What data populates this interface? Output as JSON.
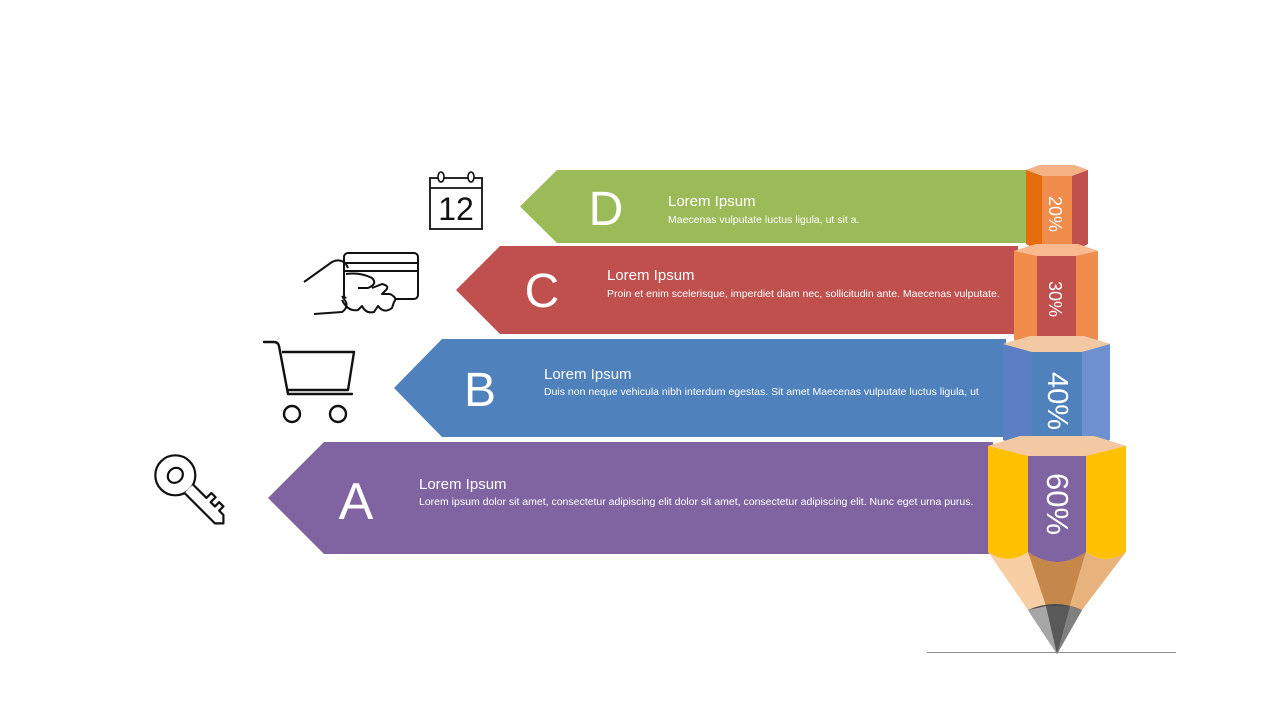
{
  "colors": {
    "a": "#8064A2",
    "b": "#4F81BD",
    "c": "#C0504D",
    "d": "#9BBB59",
    "orange": "#F79646",
    "yellow": "#FFC000"
  },
  "items": [
    {
      "letter": "D",
      "title": "Lorem Ipsum",
      "text": "Maecenas vulputate luctus ligula, ut sit a.",
      "percent": "20%",
      "icon": "calendar-icon",
      "icon_text": "12"
    },
    {
      "letter": "C",
      "title": "Lorem Ipsum",
      "text": "Proin et enim scelerisque, imperdiet diam nec, sollicitudin ante. Maecenas vulputate.",
      "percent": "30%",
      "icon": "credit-card-hand-icon"
    },
    {
      "letter": "B",
      "title": "Lorem Ipsum",
      "text": "Duis non neque vehicula nibh interdum egestas. Sit amet  Maecenas vulputate luctus ligula, ut",
      "percent": "40%",
      "icon": "shopping-cart-icon"
    },
    {
      "letter": "A",
      "title": "Lorem Ipsum",
      "text": "Lorem  ipsum dolor sit amet,  consectetur  adipiscing elit dolor sit amet, consectetur adipiscing elit. Nunc eget  urna purus.",
      "percent": "60%",
      "icon": "key-icon"
    }
  ]
}
